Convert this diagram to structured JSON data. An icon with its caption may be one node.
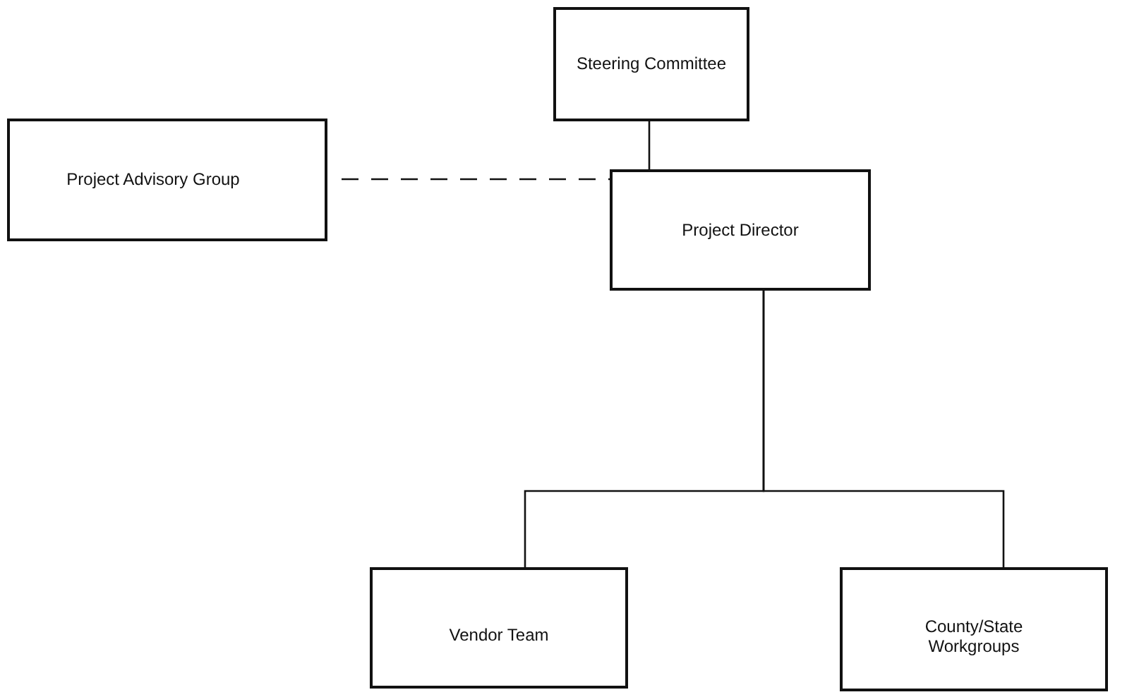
{
  "diagram": {
    "nodes": [
      {
        "text": [
          "Steering Committee"
        ]
      },
      {
        "text": [
          "Project Advisory Group"
        ]
      },
      {
        "text": [
          "Project Director"
        ]
      },
      {
        "text": [
          "Vendor Team"
        ]
      },
      {
        "text": [
          "County/State Workgroups"
        ]
      }
    ],
    "edges": [
      {
        "from": 0,
        "to": 2,
        "arrow": "none"
      },
      {
        "from": 1,
        "to": 2,
        "arrow": "none",
        "style": "dashed"
      },
      {
        "from": 2,
        "to": 3,
        "arrow": "none"
      },
      {
        "from": 2,
        "to": 4,
        "arrow": "none"
      }
    ]
  }
}
